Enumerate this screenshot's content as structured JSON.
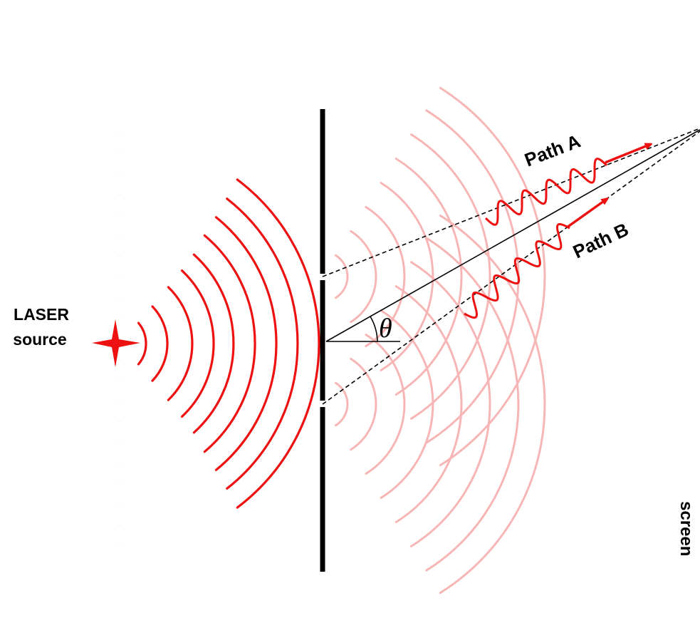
{
  "labels": {
    "source_line1": "LASER",
    "source_line2": "source",
    "path_a": "Path A",
    "path_b": "Path B",
    "angle": "θ",
    "screen": "screen"
  },
  "colors": {
    "incident_wave": "#ee1111",
    "diffracted_wave": "#f7b6b6",
    "barrier": "#000000",
    "arrow": "#ee1111",
    "source_star": "#ee1111"
  },
  "icons": {
    "source": "four-point-star-icon",
    "photon_arrow": "arrow-icon"
  }
}
